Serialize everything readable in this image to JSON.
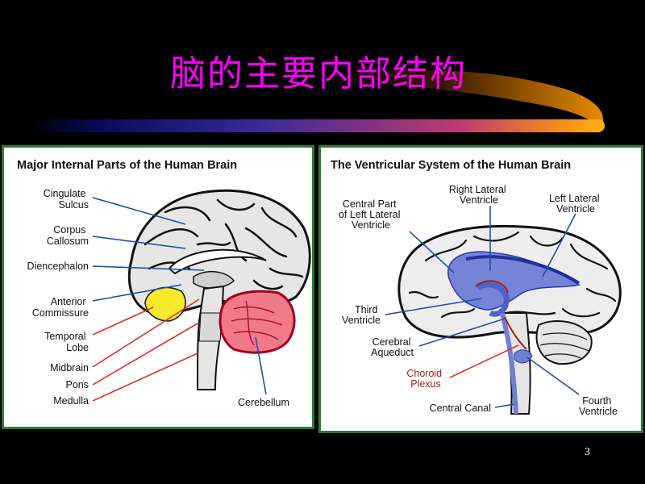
{
  "slide": {
    "title": "脑的主要内部结构",
    "page_number": "3"
  },
  "left_panel": {
    "title": "Major Internal Parts of the Human Brain",
    "labels": [
      {
        "line1": "Cingulate",
        "line2": "Sulcus"
      },
      {
        "line1": "Corpus",
        "line2": "Callosum"
      },
      {
        "line1": "Diencephalon"
      },
      {
        "line1": "Anterior",
        "line2": "Commissure"
      },
      {
        "line1": "Temporal",
        "line2": "Lobe"
      },
      {
        "line1": "Midbrain"
      },
      {
        "line1": "Pons"
      },
      {
        "line1": "Medulla"
      },
      {
        "line1": "Cerebellum"
      }
    ]
  },
  "right_panel": {
    "title": "The Ventricular System of the Human Brain",
    "labels": [
      {
        "line1": "Right Lateral",
        "line2": "Ventricle"
      },
      {
        "line1": "Left Lateral",
        "line2": "Ventricle"
      },
      {
        "line1": "Central Part",
        "line2": "of Left Lateral",
        "line3": "Ventricle"
      },
      {
        "line1": "Third",
        "line2": "Ventricle"
      },
      {
        "line1": "Cerebral",
        "line2": "Aqueduct"
      },
      {
        "line1": "Choroid",
        "line2": "Plexus"
      },
      {
        "line1": "Central Canal"
      },
      {
        "line1": "Fourth",
        "line2": "Ventricle"
      }
    ]
  },
  "colors": {
    "title": "#ff00ff",
    "panel_border": "#2e7d32",
    "leader_blue": "#1f4fa8",
    "leader_red": "#e0302a",
    "ventricle_blue": "#6f7fd6",
    "choroid_red": "#a02020",
    "cerebellum": "#f07a8a",
    "temporal_lobe": "#f6ea2a"
  }
}
